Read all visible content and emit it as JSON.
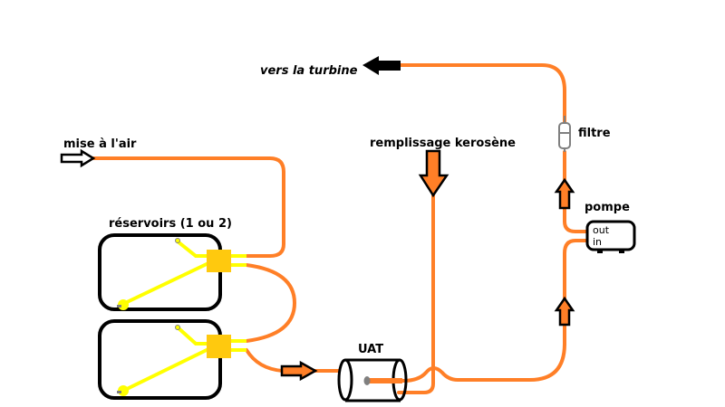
{
  "labels": {
    "turbine": "vers la turbine",
    "vent": "mise à l'air",
    "refill": "remplissage kerosène",
    "filter": "filtre",
    "pump": "pompe",
    "pump_out": "out",
    "pump_in": "in",
    "tanks": "réservoirs (1 ou 2)",
    "uat": "UAT"
  },
  "colors": {
    "pipe": "#ff7f27",
    "pickup": "#ffff00",
    "connector": "#ffc90e"
  }
}
